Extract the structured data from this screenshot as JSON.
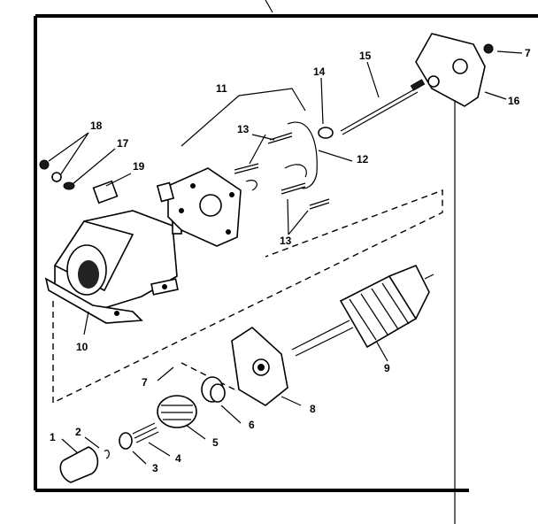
{
  "diagram": {
    "callouts": [
      {
        "id": "c1",
        "text": "1"
      },
      {
        "id": "c2",
        "text": "2"
      },
      {
        "id": "c3",
        "text": "3"
      },
      {
        "id": "c4",
        "text": "4"
      },
      {
        "id": "c5",
        "text": "5"
      },
      {
        "id": "c6",
        "text": "6"
      },
      {
        "id": "c7a",
        "text": "7"
      },
      {
        "id": "c7b",
        "text": "7"
      },
      {
        "id": "c8",
        "text": "8"
      },
      {
        "id": "c9",
        "text": "9"
      },
      {
        "id": "c10",
        "text": "10"
      },
      {
        "id": "c11",
        "text": "11"
      },
      {
        "id": "c12",
        "text": "12"
      },
      {
        "id": "c13a",
        "text": "13"
      },
      {
        "id": "c13b",
        "text": "13"
      },
      {
        "id": "c14",
        "text": "14"
      },
      {
        "id": "c15",
        "text": "15"
      },
      {
        "id": "c16",
        "text": "16"
      },
      {
        "id": "c17",
        "text": "17"
      },
      {
        "id": "c18",
        "text": "18"
      },
      {
        "id": "c19",
        "text": "19"
      }
    ]
  }
}
